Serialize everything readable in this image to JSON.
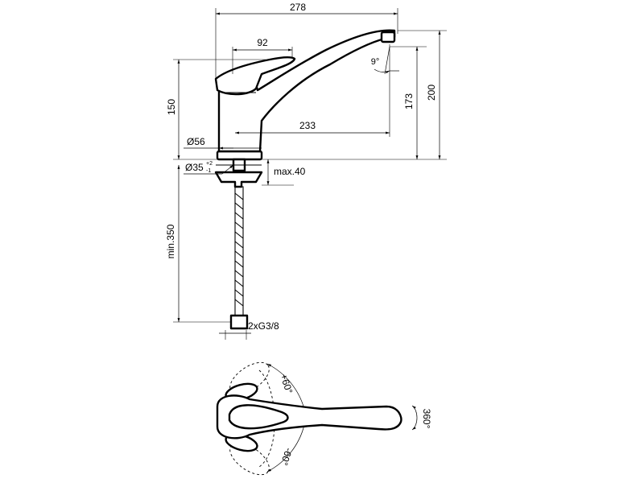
{
  "dimensions": {
    "overall_width": "278",
    "lever_width": "92",
    "body_height": "150",
    "spout_height": "173",
    "total_height": "200",
    "spout_reach": "233",
    "base_diameter": "Ø56",
    "hole_diameter": "Ø35",
    "hole_tol_upper": "+2",
    "hole_tol_lower": "-1",
    "max_deck": "max.40",
    "hose_length": "min.350",
    "connection": "2xG3/8",
    "angle_outlet": "9°",
    "rotate_plus": "+60°",
    "rotate_minus": "-60°",
    "swivel": "360°"
  },
  "colors": {
    "line": "#000000",
    "background": "#ffffff"
  }
}
